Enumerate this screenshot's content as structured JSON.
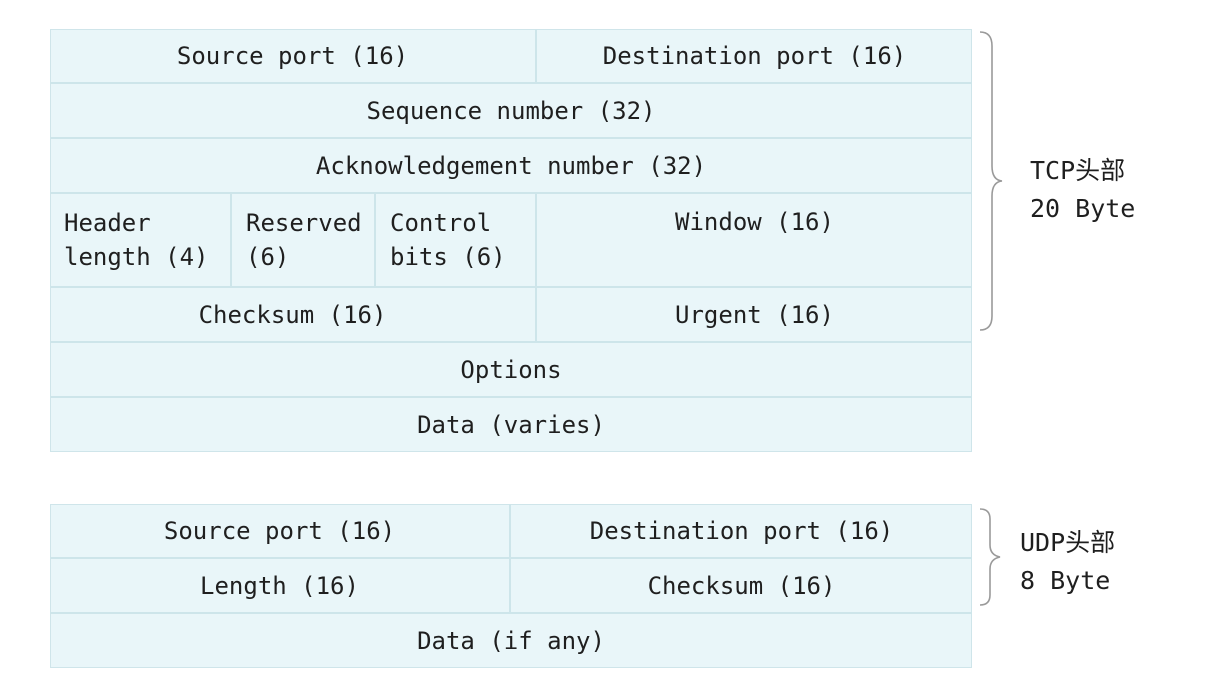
{
  "tcp": {
    "source_port": "Source port (16)",
    "destination_port": "Destination port (16)",
    "sequence_number": "Sequence number (32)",
    "ack_number": "Acknowledgement number (32)",
    "header_length_line1": "Header",
    "header_length_line2": "length (4)",
    "reserved_line1": "Reserved",
    "reserved_line2": "(6)",
    "control_bits_line1": "Control",
    "control_bits_line2": "bits (6)",
    "window": "Window (16)",
    "checksum": "Checksum (16)",
    "urgent": "Urgent (16)",
    "options": "Options",
    "data": "Data (varies)",
    "label_line1": "TCP头部",
    "label_line2": "20 Byte"
  },
  "udp": {
    "source_port": "Source port (16)",
    "destination_port": "Destination port (16)",
    "length": "Length (16)",
    "checksum": "Checksum (16)",
    "data": "Data (if any)",
    "label_line1": "UDP头部",
    "label_line2": "8 Byte"
  },
  "colors": {
    "cell_fill": "#e9f6f9",
    "cell_border": "#cde5ea",
    "bracket": "#9a9a9a",
    "text": "#1f1f1f"
  }
}
